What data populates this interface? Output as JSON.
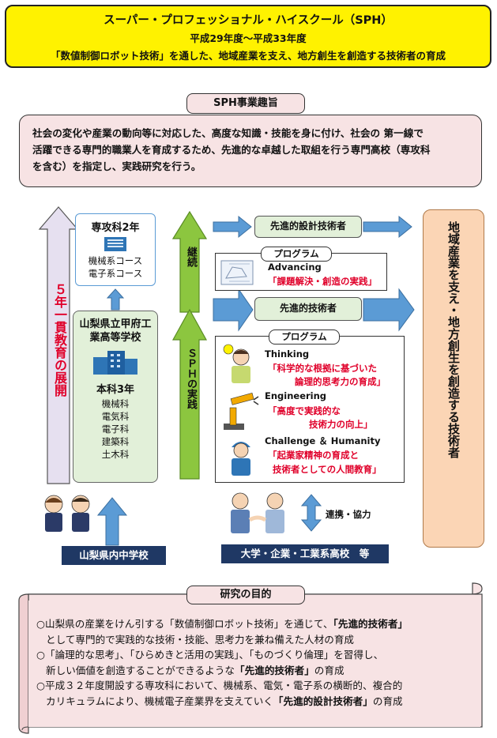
{
  "title": {
    "line1": "スーパー・プロフェッショナル・ハイスクール（SPH）",
    "line2": "平成29年度～平成33年度",
    "line3": "「数値制御ロボット技術」を通した、地域産業を支え、地方創生を創造する技術者の育成"
  },
  "purpose": {
    "heading": "SPH事業趣旨",
    "lines": [
      "社会の変化や産業の動向等に対応した、高度な知識・技能を身に付け、社会の 第一線で",
      "活躍できる専門的職業人を育成するため、先進的な卓越した取組を行う専門高校（専攻科",
      "を含む）を指定し、実践研究を行う。"
    ]
  },
  "left_arrow": {
    "label": "５年一貫教育の展開"
  },
  "senkoka": {
    "title": "専攻科2年",
    "courses": [
      "機械系コース",
      "電子系コース"
    ]
  },
  "school": {
    "name": "山梨県立甲府工業高等学校",
    "honka_title": "本科3年",
    "departments": [
      "機械科",
      "電気科",
      "電子科",
      "建築科",
      "土木科"
    ]
  },
  "middle_school": {
    "label": "山梨県内中学校"
  },
  "green_arrows": {
    "keizoku": "継続",
    "sph": "ＳＰＨの実践"
  },
  "targets": {
    "design_engineer": "先進的設計技術者",
    "advanced_engineer": "先進的技術者"
  },
  "program1": {
    "label": "プログラム",
    "name": "Advancing",
    "detail": "「課題解決・創造の実践」"
  },
  "program2": {
    "label": "プログラム",
    "items": [
      {
        "name": "Thinking",
        "detail1": "「科学的な根拠に基づいた",
        "detail2": "論理的思考力の育成」"
      },
      {
        "name": "Engineering",
        "detail1": "「高度で実践的な",
        "detail2": "技術力の向上」"
      },
      {
        "name": "Challenge ＆ Humanity",
        "detail1": "「起業家精神の育成と",
        "detail2": "技術者としての人間教育」"
      }
    ]
  },
  "partners": {
    "cooperation": "連携・協力",
    "label": "大学・企業・工業系高校　等"
  },
  "right_box": {
    "label": "地域産業を支え・地方創生を創造する技術者"
  },
  "research": {
    "heading": "研究の目的",
    "items": [
      {
        "prefix": "○山梨県の産業をけん引する「数値制御ロボット技術」を通じて、",
        "bold": "「先進的技術者」",
        "suffix": "",
        "line2": "として専門的で実践的な技術・技能、思考力を兼ね備えた人材の育成"
      },
      {
        "prefix": "○「論理的な思考」、「ひらめきと活用の実践」、「ものづくり倫理」を習得し、",
        "bold": "",
        "suffix": "",
        "line2_prefix": "新しい価値を創造することができるような",
        "line2_bold": "「先進的技術者」",
        "line2_suffix": "の育成"
      },
      {
        "prefix": "○平成３２年度開設する専攻科において、機械系、電気・電子系の横断的、複合的",
        "line2_prefix": "カリキュラムにより、機械電子産業界を支えていく",
        "line2_bold": "「先進的設計技術者」",
        "line2_suffix": "の育成"
      }
    ]
  },
  "colors": {
    "title_bg": "#fff200",
    "pink": "#f7e3e4",
    "green": "#8cc63f",
    "blue_arrow": "#5b9bd5",
    "navy": "#1f3864",
    "orange": "#fbd5b5",
    "red_text": "#e0002a"
  }
}
